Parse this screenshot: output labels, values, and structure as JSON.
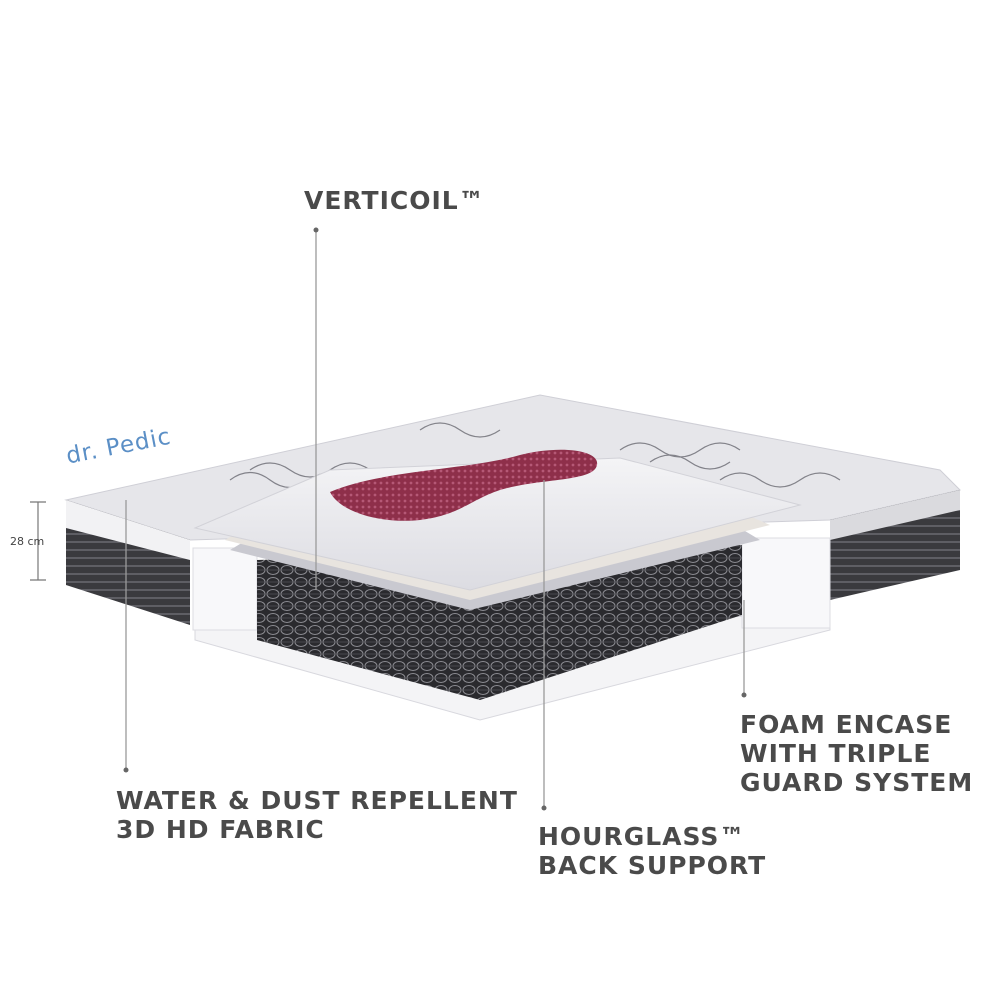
{
  "brand": "dr. Pedic",
  "height_label": "28 cm",
  "callouts": {
    "verticoil": "VERTICOIL™",
    "fabric": "WATER & DUST REPELLENT\n3D HD FABRIC",
    "hourglass": "HOURGLASS™\nBACK SUPPORT",
    "encase": "FOAM ENCASE\nWITH TRIPLE\nGUARD SYSTEM"
  },
  "colors": {
    "text": "#4a4a4a",
    "brand": "#5b8fc6",
    "hourglass": "#8e2f4a",
    "side_dark": "#3a3a3e",
    "cover": "#e6e6ea"
  }
}
